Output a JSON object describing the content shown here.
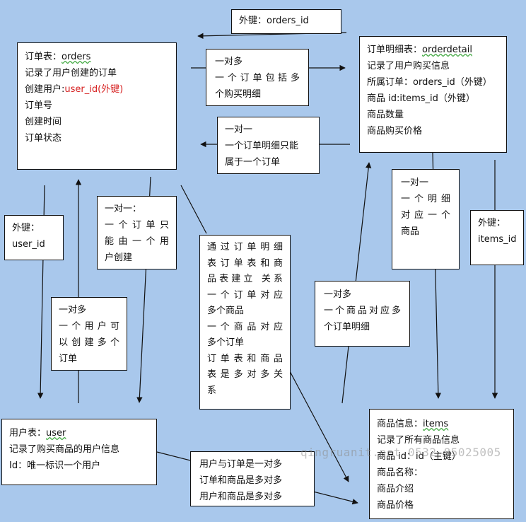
{
  "diagram": {
    "background_color": "#a9c8ec",
    "orders_box": {
      "line1_prefix": "订单表：",
      "line1_name": "orders",
      "line2": "记录了用户创建的订单",
      "line3_prefix": "创建用户:",
      "line3_key": "user_id(外键)",
      "line4": "订单号",
      "line5": "创建时间",
      "line6": "订单状态"
    },
    "orderdetail_box": {
      "line1_prefix": "订单明细表：",
      "line1_name": "orderdetail",
      "line2": "记录了用户购买信息",
      "line3": "所属订单：orders_id（外键）",
      "line4": "商品 id:items_id（外键）",
      "line5": "商品数量",
      "line6": "商品购买价格"
    },
    "user_box": {
      "line1_prefix": "用户表：",
      "line1_name": "user",
      "line2": "记录了购买商品的用户信息",
      "line3": "Id：唯一标识一个用户"
    },
    "items_box": {
      "line1_prefix": "商品信息：",
      "line1_name": "items",
      "line2": "记录了所有商品信息",
      "line3": "商品 id：id（主键）",
      "line4": "商品名称：",
      "line5": "商品介绍",
      "line6": "商品价格"
    },
    "fk_orders_id_label": "外键：orders_id",
    "fk_user_id_label": {
      "line1": "外键：",
      "line2": "user_id"
    },
    "fk_items_id_label": {
      "line1": "外键：",
      "line2": "items_id"
    },
    "orders_to_detail_note": {
      "line1": "一对多",
      "line2": "一个订单包括多",
      "line3": "个购买明细"
    },
    "detail_to_orders_note": {
      "line1": "一对一",
      "line2": "一个订单明细只能",
      "line3": "属于一个订单"
    },
    "orders_to_user_note": {
      "line1": "一对一：",
      "line2": "一个订单只",
      "line3": "能由一个用",
      "line4": "户创建"
    },
    "user_to_orders_note": {
      "line1": "一对多",
      "line2": "一个用户可",
      "line3": "以创建多个",
      "line4": "订单"
    },
    "center_note": {
      "line1": "通过订单明细",
      "line2": "表订单表和商",
      "line3": "品表建立 关系",
      "line4": "一个订单对应",
      "line5": "多个商品",
      "line6": "一个商品对应",
      "line7": "多个订单",
      "line8": "订单表和商品",
      "line9": "表是多对多关",
      "line10": "系"
    },
    "detail_to_items_note": {
      "line1": "一对一",
      "line2": "一个明细",
      "line3": "对应一个",
      "line4": "商品"
    },
    "items_to_detail_note": {
      "line1": "一对多",
      "line2": "一个商品对应多",
      "line3": "个订单明细"
    },
    "summary_note": {
      "line1": "用户与订单是一对多",
      "line2": "订单和商品是多对多",
      "line3": "用户和商品是多对多"
    },
    "watermark": "qingruanit.net 0532-85025005"
  }
}
